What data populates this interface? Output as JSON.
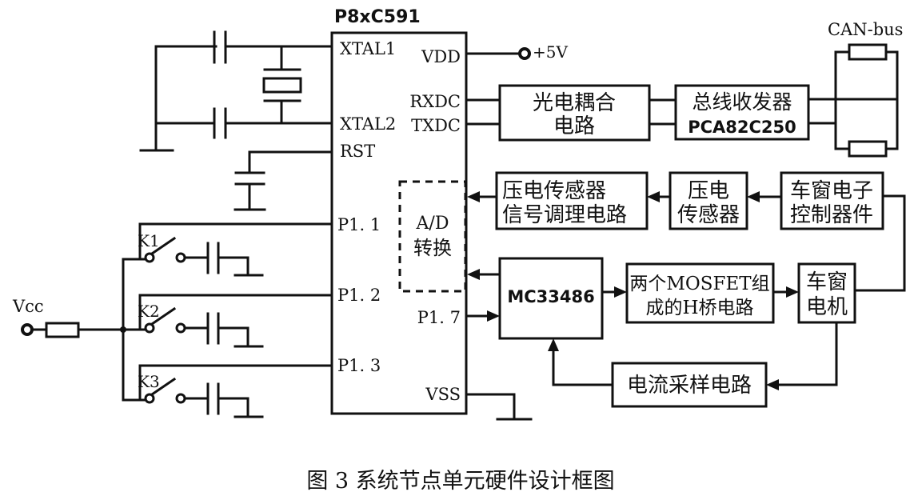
{
  "chip": {
    "title": "P8xC591",
    "pins_left": {
      "xtal1": "XTAL1",
      "xtal2": "XTAL2",
      "rst": "RST",
      "p11": "P1. 1",
      "p12": "P1. 2",
      "p13": "P1. 3"
    },
    "pins_right": {
      "vdd": "VDD",
      "rxdc": "RXDC",
      "txdc": "TXDC",
      "p17": "P1. 7",
      "vss": "VSS"
    },
    "adc": {
      "line1": "A/D",
      "line2": "转换"
    }
  },
  "power": {
    "vdd_label": "+5V",
    "vcc_label": "Vcc"
  },
  "switches": [
    "K1",
    "K2",
    "K3"
  ],
  "blocks": {
    "optocoupler": {
      "line1": "光电耦合",
      "line2": "电路"
    },
    "transceiver": {
      "line1": "总线收发器",
      "line2": "PCA82C250"
    },
    "can_bus": "CAN-bus",
    "signal_conditioning": {
      "line1": "压电传感器",
      "line2": "信号调理电路"
    },
    "piezo_sensor": {
      "line1": "压电",
      "line2": "传感器"
    },
    "window_controller": {
      "line1": "车窗电子",
      "line2": "控制器件"
    },
    "mc33486": "MC33486",
    "h_bridge": {
      "line1": "两个MOSFET组",
      "line2": "成的H桥电路"
    },
    "window_motor": {
      "line1": "车窗",
      "line2": "电机"
    },
    "current_sampling": "电流采样电路"
  },
  "caption": "图 3  系统节点单元硬件设计框图"
}
